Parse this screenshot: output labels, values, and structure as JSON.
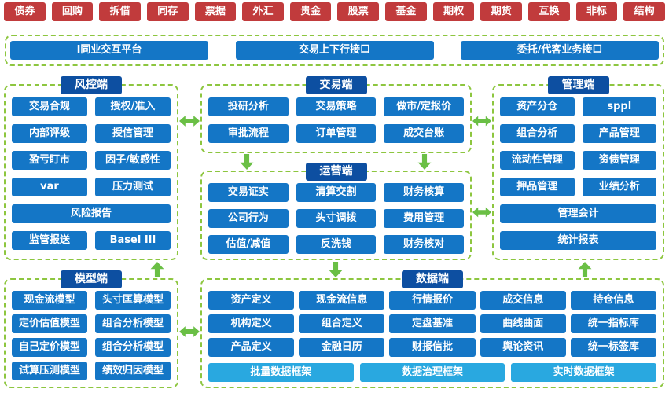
{
  "products": [
    "债券",
    "回购",
    "拆借",
    "同存",
    "票据",
    "外汇",
    "贵金",
    "股票",
    "基金",
    "期权",
    "期货",
    "互换",
    "非标",
    "结构"
  ],
  "interfaces": [
    "I同业交互平台",
    "交易上下行接口",
    "委托/代客业务接口"
  ],
  "sections": {
    "risk": {
      "title": "风控端",
      "items": [
        "交易合规",
        "授权/准入",
        "内部评级",
        "授信管理",
        "盈亏盯市",
        "因子/敏感性",
        "var",
        "压力测试",
        "风险报告",
        "监管报送",
        "Basel III"
      ]
    },
    "trade": {
      "title": "交易端",
      "items": [
        "投研分析",
        "交易策略",
        "做市/定报价",
        "审批流程",
        "订单管理",
        "成交台账"
      ]
    },
    "management": {
      "title": "管理端",
      "items": [
        "资产分仓",
        "sppl",
        "组合分析",
        "产品管理",
        "流动性管理",
        "资债管理",
        "押品管理",
        "业绩分析",
        "管理会计",
        "统计报表"
      ]
    },
    "operations": {
      "title": "运营端",
      "items": [
        "交易证实",
        "清算交割",
        "财务核算",
        "公司行为",
        "头寸调拨",
        "费用管理",
        "估值/减值",
        "反洗钱",
        "财务核对"
      ]
    },
    "model": {
      "title": "模型端",
      "items": [
        "现金流模型",
        "头寸匡算模型",
        "定价估值模型",
        "组合分析模型",
        "自己定价模型",
        "组合分析模型",
        "试算压测模型",
        "绩效归因模型"
      ]
    },
    "data": {
      "title": "数据端",
      "items": [
        "资产定义",
        "现金流信息",
        "行情报价",
        "成交信息",
        "持仓信息",
        "机构定义",
        "组合定义",
        "定盘基准",
        "曲线曲面",
        "统一指标库",
        "产品定义",
        "金融日历",
        "财报信批",
        "舆论资讯",
        "统一标签库"
      ],
      "frameworks": [
        "批量数据框架",
        "数据治理框架",
        "实时数据框架"
      ]
    }
  },
  "colors": {
    "product_red": "#c13b3c",
    "module_blue": "#1476c6",
    "section_header_blue": "#0d4fa1",
    "framework_blue": "#29a8e0",
    "connector_green": "#6abf45",
    "border_green": "#8dc63f"
  }
}
